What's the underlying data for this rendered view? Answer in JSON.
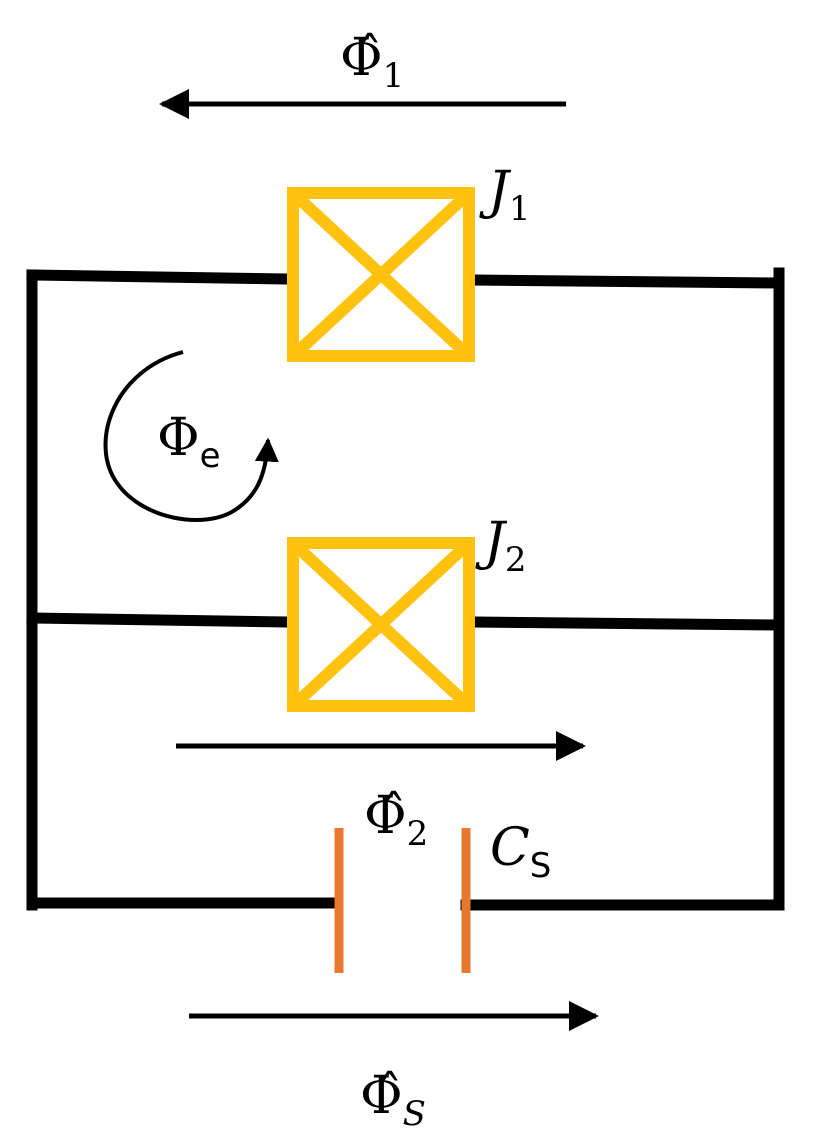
{
  "labels": {
    "phi1": {
      "base": "Φ̂",
      "sub": "1"
    },
    "j1": {
      "base": "J",
      "sub": "1"
    },
    "phie": {
      "base": "Φ",
      "sub": "e"
    },
    "j2": {
      "base": "J",
      "sub": "2"
    },
    "phi2": {
      "base": "Φ̂",
      "sub": "2"
    },
    "cs": {
      "base": "C",
      "sub": "S"
    },
    "phis": {
      "base": "Φ̂",
      "sub": "S"
    }
  },
  "colors": {
    "wire": "#000000",
    "junction": "#FFC20E",
    "capacitor": "#E87830",
    "arrow": "#000000"
  }
}
